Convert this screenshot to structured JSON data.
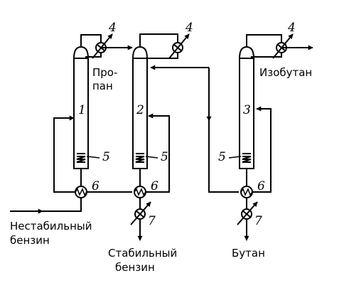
{
  "columns": [
    {
      "number": "1"
    },
    {
      "number": "2"
    },
    {
      "number": "3"
    }
  ],
  "equipment": {
    "condenser": "4",
    "reboiler_coil": "5",
    "heat_exchanger": "6",
    "cooler": "7"
  },
  "streams": {
    "feed_line1": "Нестабильный",
    "feed_line2": "бензин",
    "propane_line1": "Про-",
    "propane_line2": "пан",
    "stable_line1": "Стабильный",
    "stable_line2": "бензин",
    "isobutane": "Изобутан",
    "butane": "Бутан"
  }
}
